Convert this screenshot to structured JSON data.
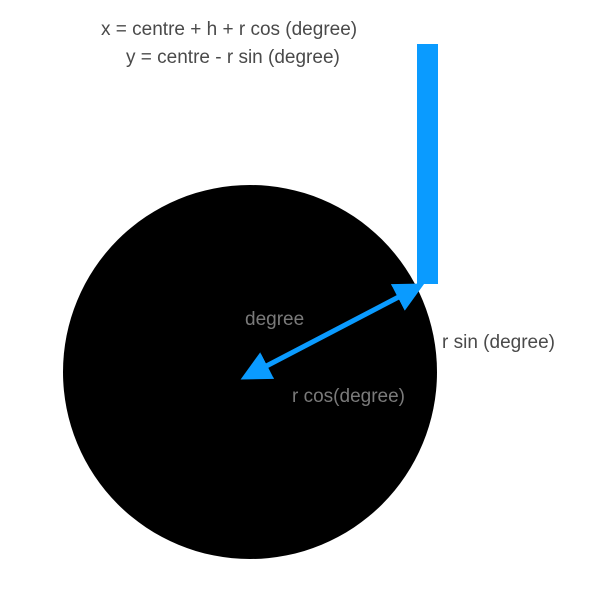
{
  "formulas": {
    "x": "x = centre + h + r cos (degree)",
    "y": "y = centre - r sin (degree)"
  },
  "labels": {
    "degree": "degree",
    "r_sin": "r sin (degree)",
    "r_cos": "r cos(degree)"
  },
  "colors": {
    "circle": "#000000",
    "accent": "#0a9bff",
    "text_dark": "#4a4a4a",
    "text_on_circle": "#7a7a7a"
  }
}
